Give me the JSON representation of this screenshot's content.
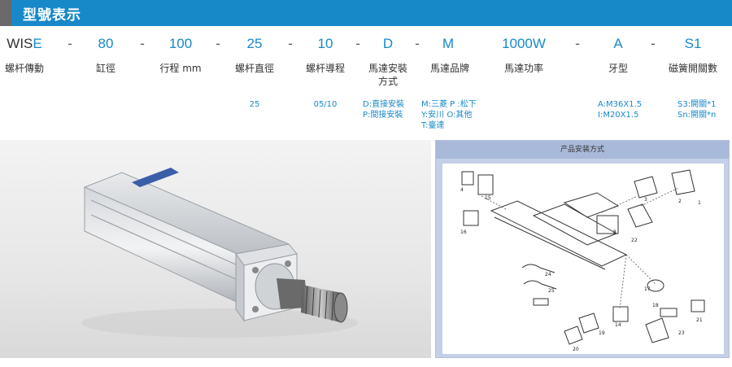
{
  "header": {
    "title": "型號表示"
  },
  "model_code": {
    "prefix_plain": "WIS",
    "prefix_accent": "E",
    "segments": [
      "80",
      "100",
      "25",
      "10",
      "D",
      "M",
      "1000W",
      "A",
      "S1"
    ],
    "dash": "-"
  },
  "labels": {
    "drive": "螺杆傳動",
    "bore": "缸徑",
    "stroke": "行程 mm",
    "screw_diameter": "螺杆直徑",
    "screw_lead": "螺杆導程",
    "motor_mount_line1": "馬達安裝",
    "motor_mount_line2": "方式",
    "motor_brand": "馬達品牌",
    "motor_power": "馬達功率",
    "thread_type": "牙型",
    "magnetic_switch": "磁簧開關數"
  },
  "options": {
    "screw_diameter": "25",
    "screw_lead": "05/10",
    "motor_mount": [
      "D:直接安裝",
      "P:間接安裝"
    ],
    "motor_brand": [
      "M:三菱  P :松下",
      "Y:安川  O:其他",
      "T:臺達"
    ],
    "thread_type": [
      "A:M36X1.5",
      "I:M20X1.5"
    ],
    "magnetic_switch": [
      "S3:開關*1",
      "Sn:開關*n"
    ]
  },
  "diagram": {
    "title": "产品安装方式",
    "part_numbers": [
      "4",
      "15",
      "16",
      "1",
      "2",
      "3",
      "22",
      "24",
      "25",
      "17",
      "18",
      "19",
      "14",
      "20",
      "21",
      "23",
      "8"
    ]
  },
  "colors": {
    "accent": "#1789c8",
    "header_mark": "#6a6a6a",
    "diagram_bg": "#c4d0e8"
  }
}
